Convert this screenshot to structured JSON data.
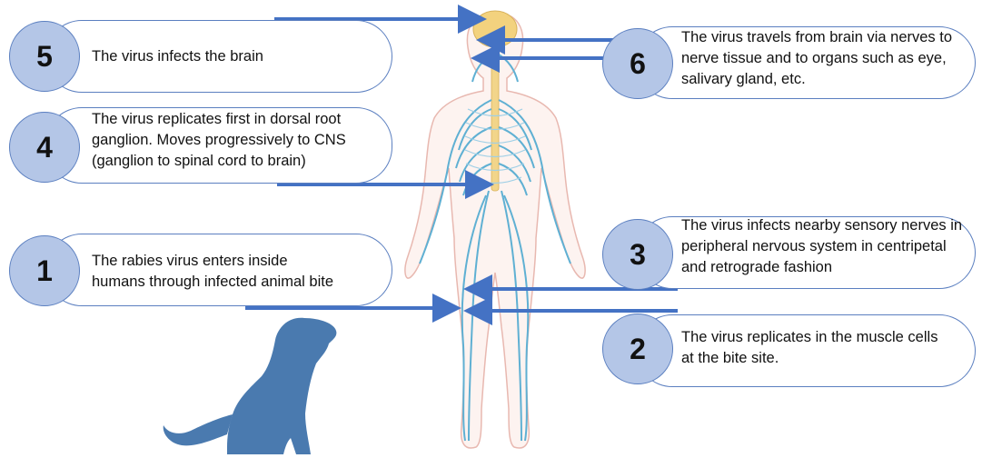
{
  "steps": [
    {
      "num": "5",
      "text": "The virus infects the brain"
    },
    {
      "num": "4",
      "text": "The virus replicates first in dorsal root ganglion. Moves progressively to CNS (ganglion to spinal cord to brain)"
    },
    {
      "num": "1",
      "text": "The rabies virus enters inside humans through infected animal bite"
    },
    {
      "num": "6",
      "text": "The virus travels from brain via nerves to nerve tissue and to organs such as eye, salivary gland, etc."
    },
    {
      "num": "3",
      "text": "The virus infects nearby sensory nerves in peripheral nervous system in centripetal and retrograde fashion"
    },
    {
      "num": "2",
      "text": "The virus replicates in the muscle cells at the bite site."
    }
  ],
  "colors": {
    "badge_fill": "#b4c6e7",
    "outline": "#5b7fc0",
    "arrow": "#4472c4",
    "dog": "#4a7aaf",
    "nerves": "#5fb0d3",
    "spine": "#f2d58a"
  }
}
